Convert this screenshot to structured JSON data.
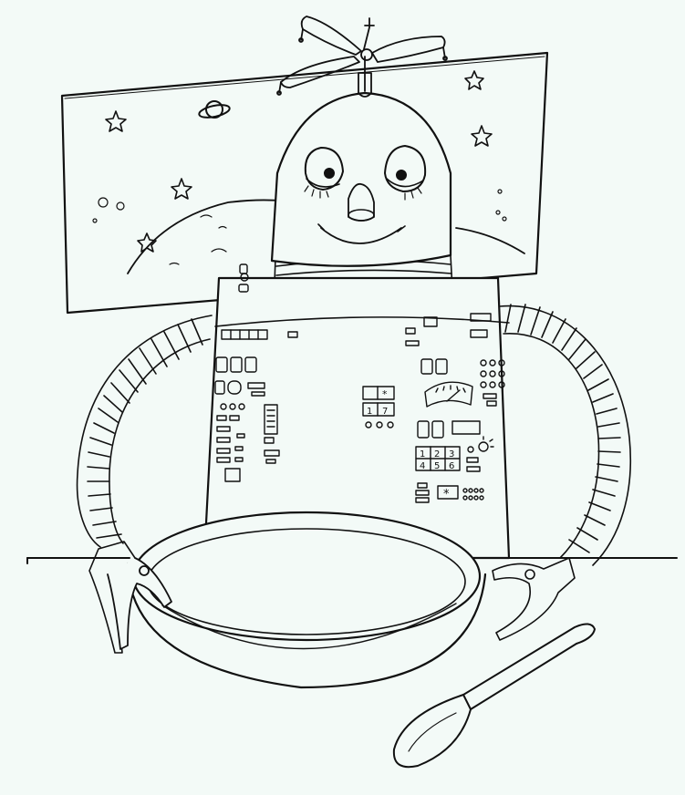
{
  "colors": {
    "paper": "#f3faf7",
    "ink": "#111111"
  },
  "keypad": {
    "row1": [
      "1",
      "2",
      "3"
    ],
    "row2": [
      "4",
      "5",
      "6"
    ],
    "left_row1": [
      "*"
    ],
    "left_row2": [
      "1",
      "7"
    ],
    "star": "*"
  },
  "icons": [
    "propeller-icon",
    "planet-icon",
    "star-icon",
    "spoon-icon",
    "bowl-icon"
  ]
}
